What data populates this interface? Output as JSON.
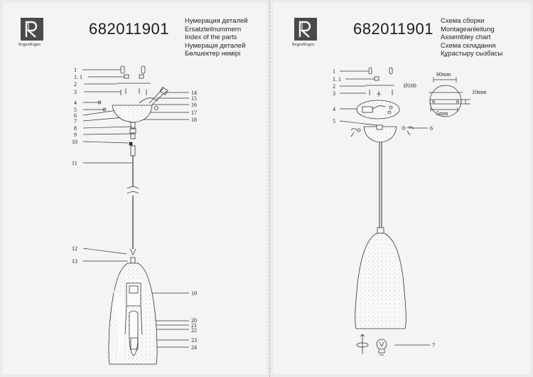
{
  "left_page": {
    "logo_text": "RegenBogen",
    "model": "682011901",
    "titles": [
      "Нумерация деталей",
      "Ersatzteilnummern",
      "Index of the parts",
      "Нумерація деталей",
      "Бөлшектер нөмірі"
    ],
    "callouts_left": [
      "1",
      "1. 1",
      "2",
      "3",
      "4",
      "5",
      "6",
      "7",
      "8",
      "9",
      "10",
      "11",
      "12",
      "13"
    ],
    "callouts_right": [
      "14",
      "15",
      "16",
      "17",
      "18",
      "19",
      "20",
      "21",
      "22",
      "23",
      "24"
    ]
  },
  "right_page": {
    "logo_text": "RegenBogen",
    "model": "682011901",
    "titles": [
      "Схема сборки",
      "Montageanleitung",
      "Assembley chart",
      "Схема складання",
      "Құрастыру сызбасы"
    ],
    "callouts_left": [
      "1",
      "1. 1",
      "2",
      "3",
      "4",
      "5"
    ],
    "callouts_right": [
      "6",
      "7"
    ],
    "dimensions": {
      "canopy_diameter": "Ø100",
      "bracket_width": "60mm",
      "offset": "10mm",
      "screw": "5mm"
    }
  }
}
